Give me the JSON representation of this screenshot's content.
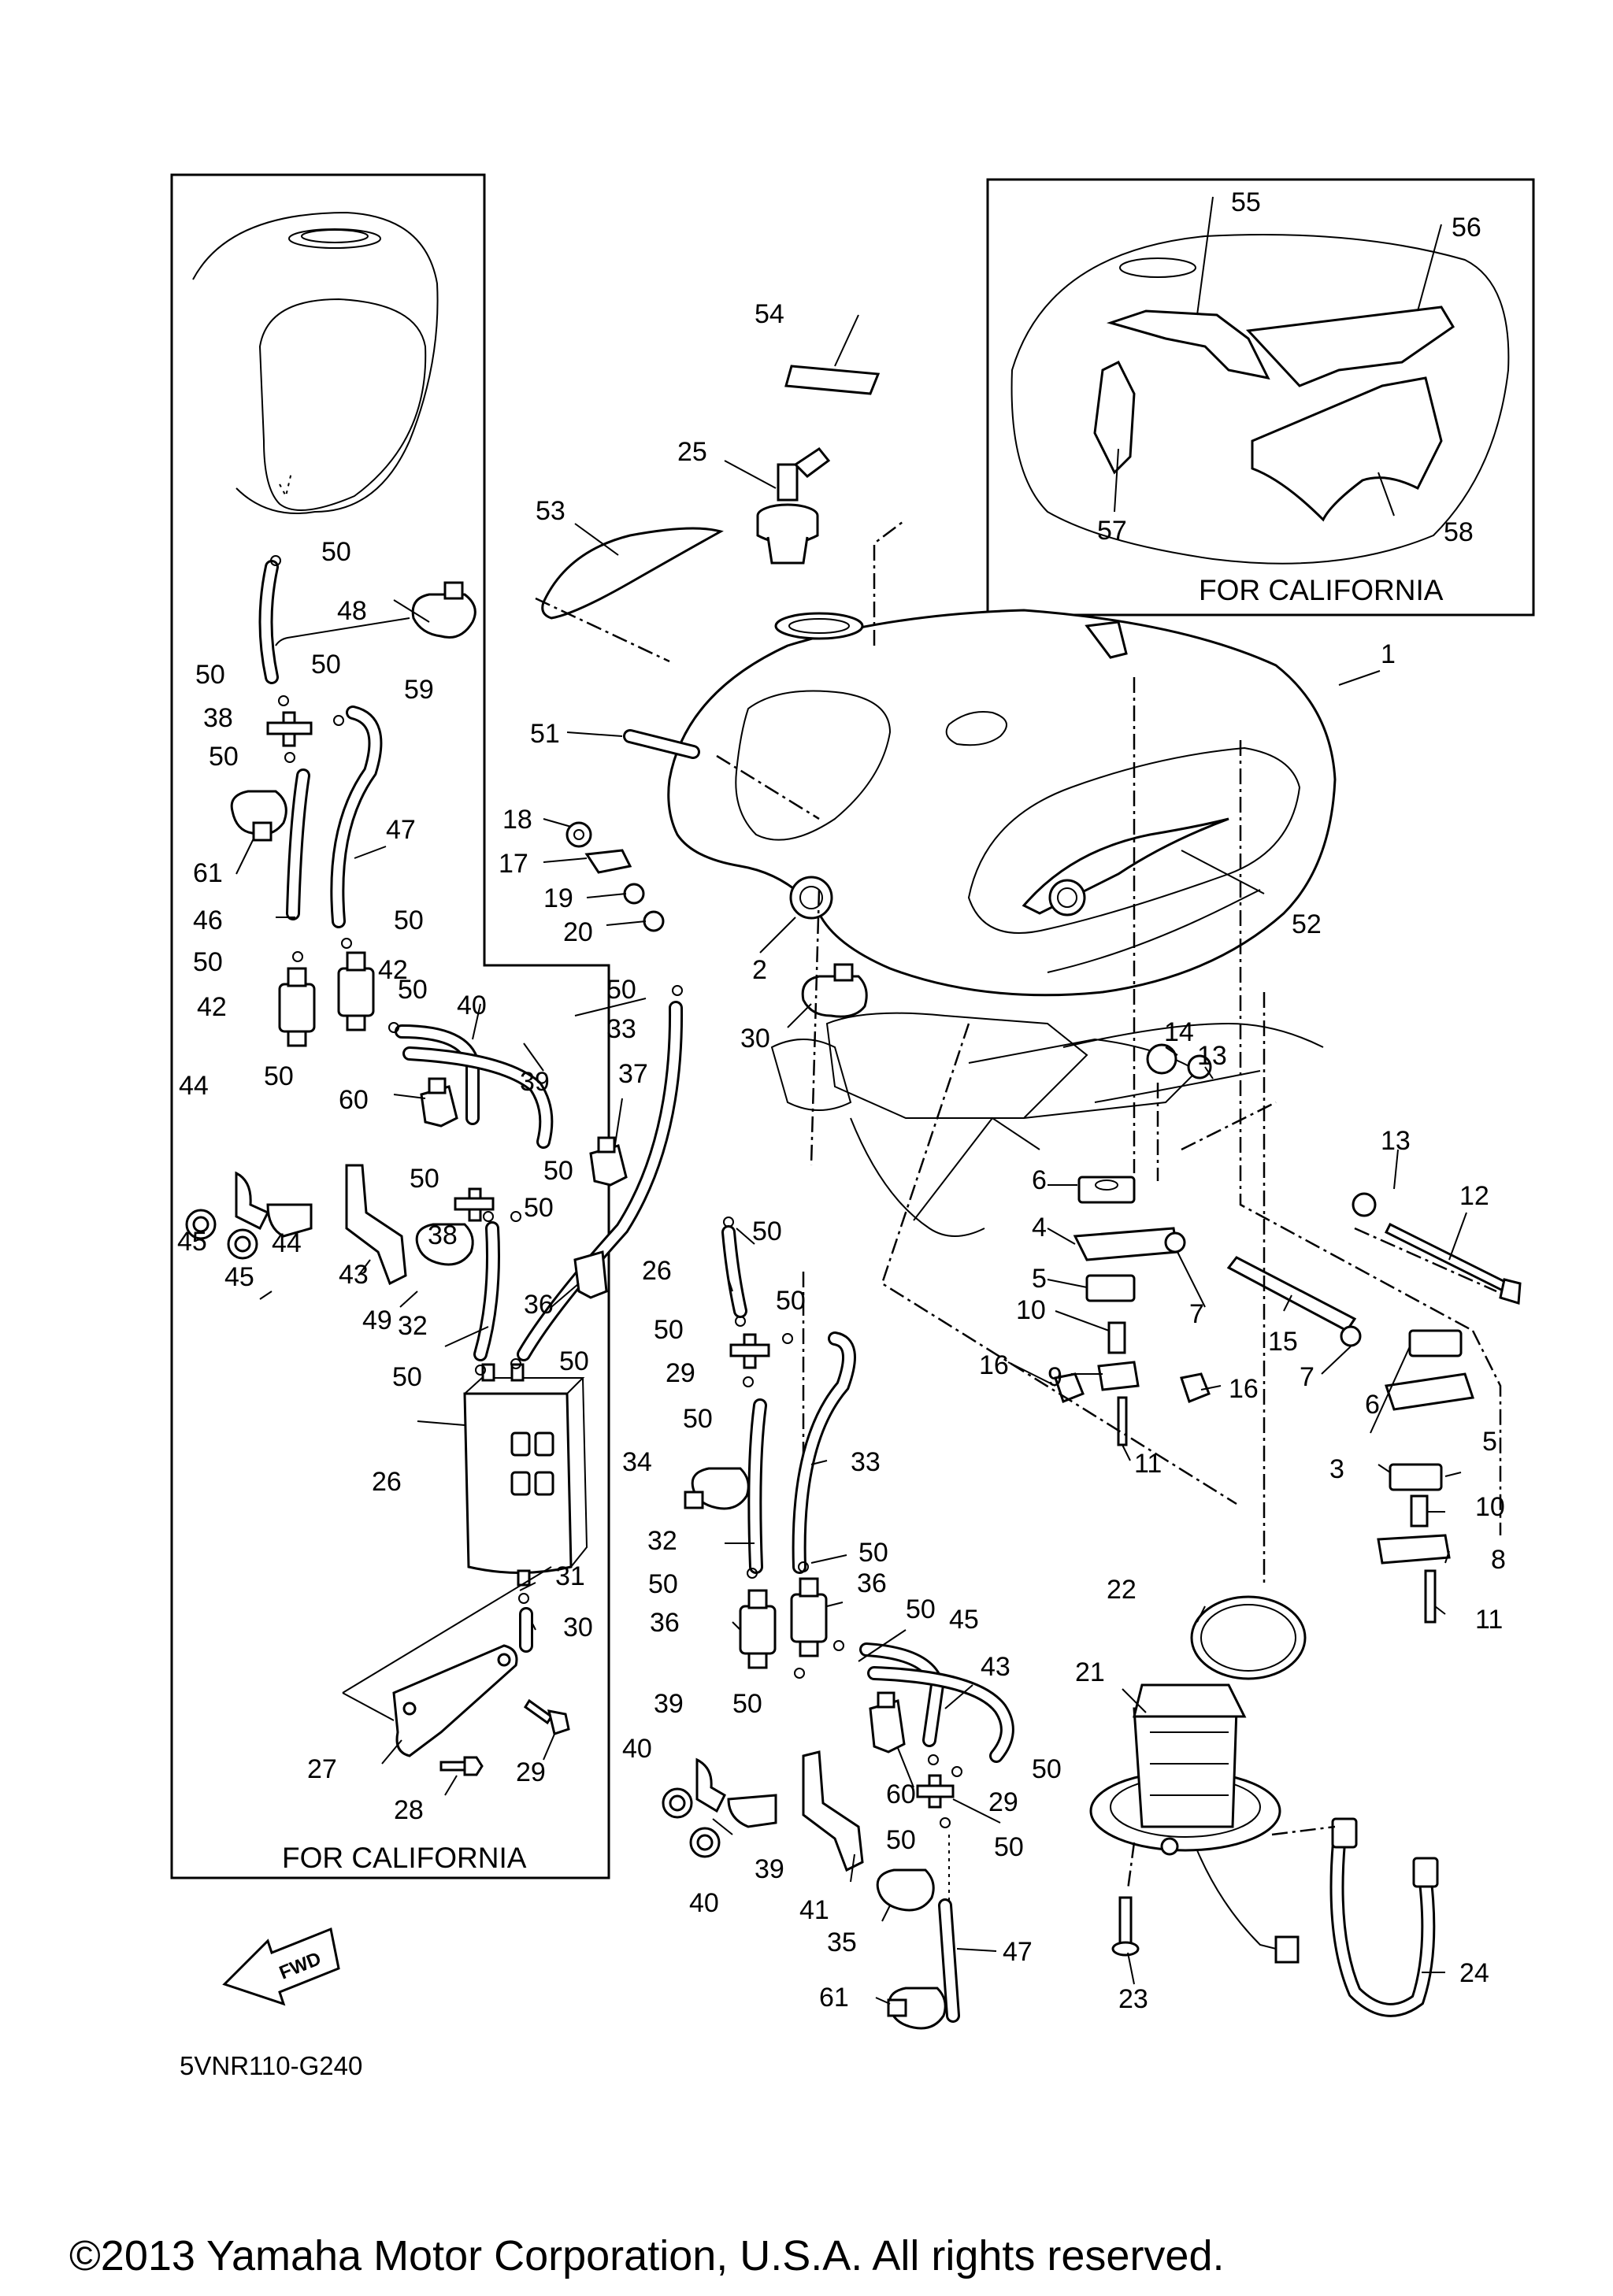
{
  "diagram_code": "5VNR110-G240",
  "copyright": "©2013 Yamaha Motor Corporation, U.S.A. All rights reserved.",
  "boxes": {
    "california_left": "FOR CALIFORNIA",
    "california_top_right": "FOR CALIFORNIA"
  },
  "fwd_arrow_label": "FWD",
  "callouts": [
    {
      "id": "c1",
      "text": "1"
    },
    {
      "id": "c2",
      "text": "2"
    },
    {
      "id": "c3",
      "text": "3"
    },
    {
      "id": "c4",
      "text": "4"
    },
    {
      "id": "c5a",
      "text": "5"
    },
    {
      "id": "c5b",
      "text": "5"
    },
    {
      "id": "c6a",
      "text": "6"
    },
    {
      "id": "c6b",
      "text": "6"
    },
    {
      "id": "c7a",
      "text": "7"
    },
    {
      "id": "c7b",
      "text": "7"
    },
    {
      "id": "c8",
      "text": "8"
    },
    {
      "id": "c9",
      "text": "9"
    },
    {
      "id": "c10a",
      "text": "10"
    },
    {
      "id": "c10b",
      "text": "10"
    },
    {
      "id": "c11a",
      "text": "11"
    },
    {
      "id": "c11b",
      "text": "11"
    },
    {
      "id": "c12",
      "text": "12"
    },
    {
      "id": "c13a",
      "text": "13"
    },
    {
      "id": "c13b",
      "text": "13"
    },
    {
      "id": "c14",
      "text": "14"
    },
    {
      "id": "c15",
      "text": "15"
    },
    {
      "id": "c16a",
      "text": "16"
    },
    {
      "id": "c16b",
      "text": "16"
    },
    {
      "id": "c17",
      "text": "17"
    },
    {
      "id": "c18",
      "text": "18"
    },
    {
      "id": "c19",
      "text": "19"
    },
    {
      "id": "c20",
      "text": "20"
    },
    {
      "id": "c21",
      "text": "21"
    },
    {
      "id": "c22",
      "text": "22"
    },
    {
      "id": "c23",
      "text": "23"
    },
    {
      "id": "c24",
      "text": "24"
    },
    {
      "id": "c25",
      "text": "25"
    },
    {
      "id": "c26a",
      "text": "26"
    },
    {
      "id": "c26b",
      "text": "26"
    },
    {
      "id": "c27",
      "text": "27"
    },
    {
      "id": "c28",
      "text": "28"
    },
    {
      "id": "c29a",
      "text": "29"
    },
    {
      "id": "c29b",
      "text": "29"
    },
    {
      "id": "c29c",
      "text": "29"
    },
    {
      "id": "c30a",
      "text": "30"
    },
    {
      "id": "c30b",
      "text": "30"
    },
    {
      "id": "c31",
      "text": "31"
    },
    {
      "id": "c32a",
      "text": "32"
    },
    {
      "id": "c32b",
      "text": "32"
    },
    {
      "id": "c33a",
      "text": "33"
    },
    {
      "id": "c33b",
      "text": "33"
    },
    {
      "id": "c34",
      "text": "34"
    },
    {
      "id": "c35",
      "text": "35"
    },
    {
      "id": "c36a",
      "text": "36"
    },
    {
      "id": "c36b",
      "text": "36"
    },
    {
      "id": "c36c",
      "text": "36"
    },
    {
      "id": "c37",
      "text": "37"
    },
    {
      "id": "c38a",
      "text": "38"
    },
    {
      "id": "c38b",
      "text": "38"
    },
    {
      "id": "c39a",
      "text": "39"
    },
    {
      "id": "c39b",
      "text": "39"
    },
    {
      "id": "c39c",
      "text": "39"
    },
    {
      "id": "c40a",
      "text": "40"
    },
    {
      "id": "c40b",
      "text": "40"
    },
    {
      "id": "c40c",
      "text": "40"
    },
    {
      "id": "c41",
      "text": "41"
    },
    {
      "id": "c42a",
      "text": "42"
    },
    {
      "id": "c42b",
      "text": "42"
    },
    {
      "id": "c43a",
      "text": "43"
    },
    {
      "id": "c43b",
      "text": "43"
    },
    {
      "id": "c44a",
      "text": "44"
    },
    {
      "id": "c44b",
      "text": "44"
    },
    {
      "id": "c45a",
      "text": "45"
    },
    {
      "id": "c45b",
      "text": "45"
    },
    {
      "id": "c45c",
      "text": "45"
    },
    {
      "id": "c46",
      "text": "46"
    },
    {
      "id": "c47a",
      "text": "47"
    },
    {
      "id": "c47b",
      "text": "47"
    },
    {
      "id": "c48",
      "text": "48"
    },
    {
      "id": "c49",
      "text": "49"
    },
    {
      "id": "c50a",
      "text": "50"
    },
    {
      "id": "c50b",
      "text": "50"
    },
    {
      "id": "c50c",
      "text": "50"
    },
    {
      "id": "c50d",
      "text": "50"
    },
    {
      "id": "c50e",
      "text": "50"
    },
    {
      "id": "c50f",
      "text": "50"
    },
    {
      "id": "c50g",
      "text": "50"
    },
    {
      "id": "c50h",
      "text": "50"
    },
    {
      "id": "c50i",
      "text": "50"
    },
    {
      "id": "c50j",
      "text": "50"
    },
    {
      "id": "c50k",
      "text": "50"
    },
    {
      "id": "c50l",
      "text": "50"
    },
    {
      "id": "c50m",
      "text": "50"
    },
    {
      "id": "c50n",
      "text": "50"
    },
    {
      "id": "c50o",
      "text": "50"
    },
    {
      "id": "c50p",
      "text": "50"
    },
    {
      "id": "c50q",
      "text": "50"
    },
    {
      "id": "c50r",
      "text": "50"
    },
    {
      "id": "c50s",
      "text": "50"
    },
    {
      "id": "c50t",
      "text": "50"
    },
    {
      "id": "c50u",
      "text": "50"
    },
    {
      "id": "c50v",
      "text": "50"
    },
    {
      "id": "c50w",
      "text": "50"
    },
    {
      "id": "c50x",
      "text": "50"
    },
    {
      "id": "c50y",
      "text": "50"
    },
    {
      "id": "c51",
      "text": "51"
    },
    {
      "id": "c52",
      "text": "52"
    },
    {
      "id": "c53",
      "text": "53"
    },
    {
      "id": "c54",
      "text": "54"
    },
    {
      "id": "c55",
      "text": "55"
    },
    {
      "id": "c56",
      "text": "56"
    },
    {
      "id": "c57",
      "text": "57"
    },
    {
      "id": "c58",
      "text": "58"
    },
    {
      "id": "c59",
      "text": "59"
    },
    {
      "id": "c60a",
      "text": "60"
    },
    {
      "id": "c60b",
      "text": "60"
    },
    {
      "id": "c61a",
      "text": "61"
    },
    {
      "id": "c61b",
      "text": "61"
    }
  ]
}
